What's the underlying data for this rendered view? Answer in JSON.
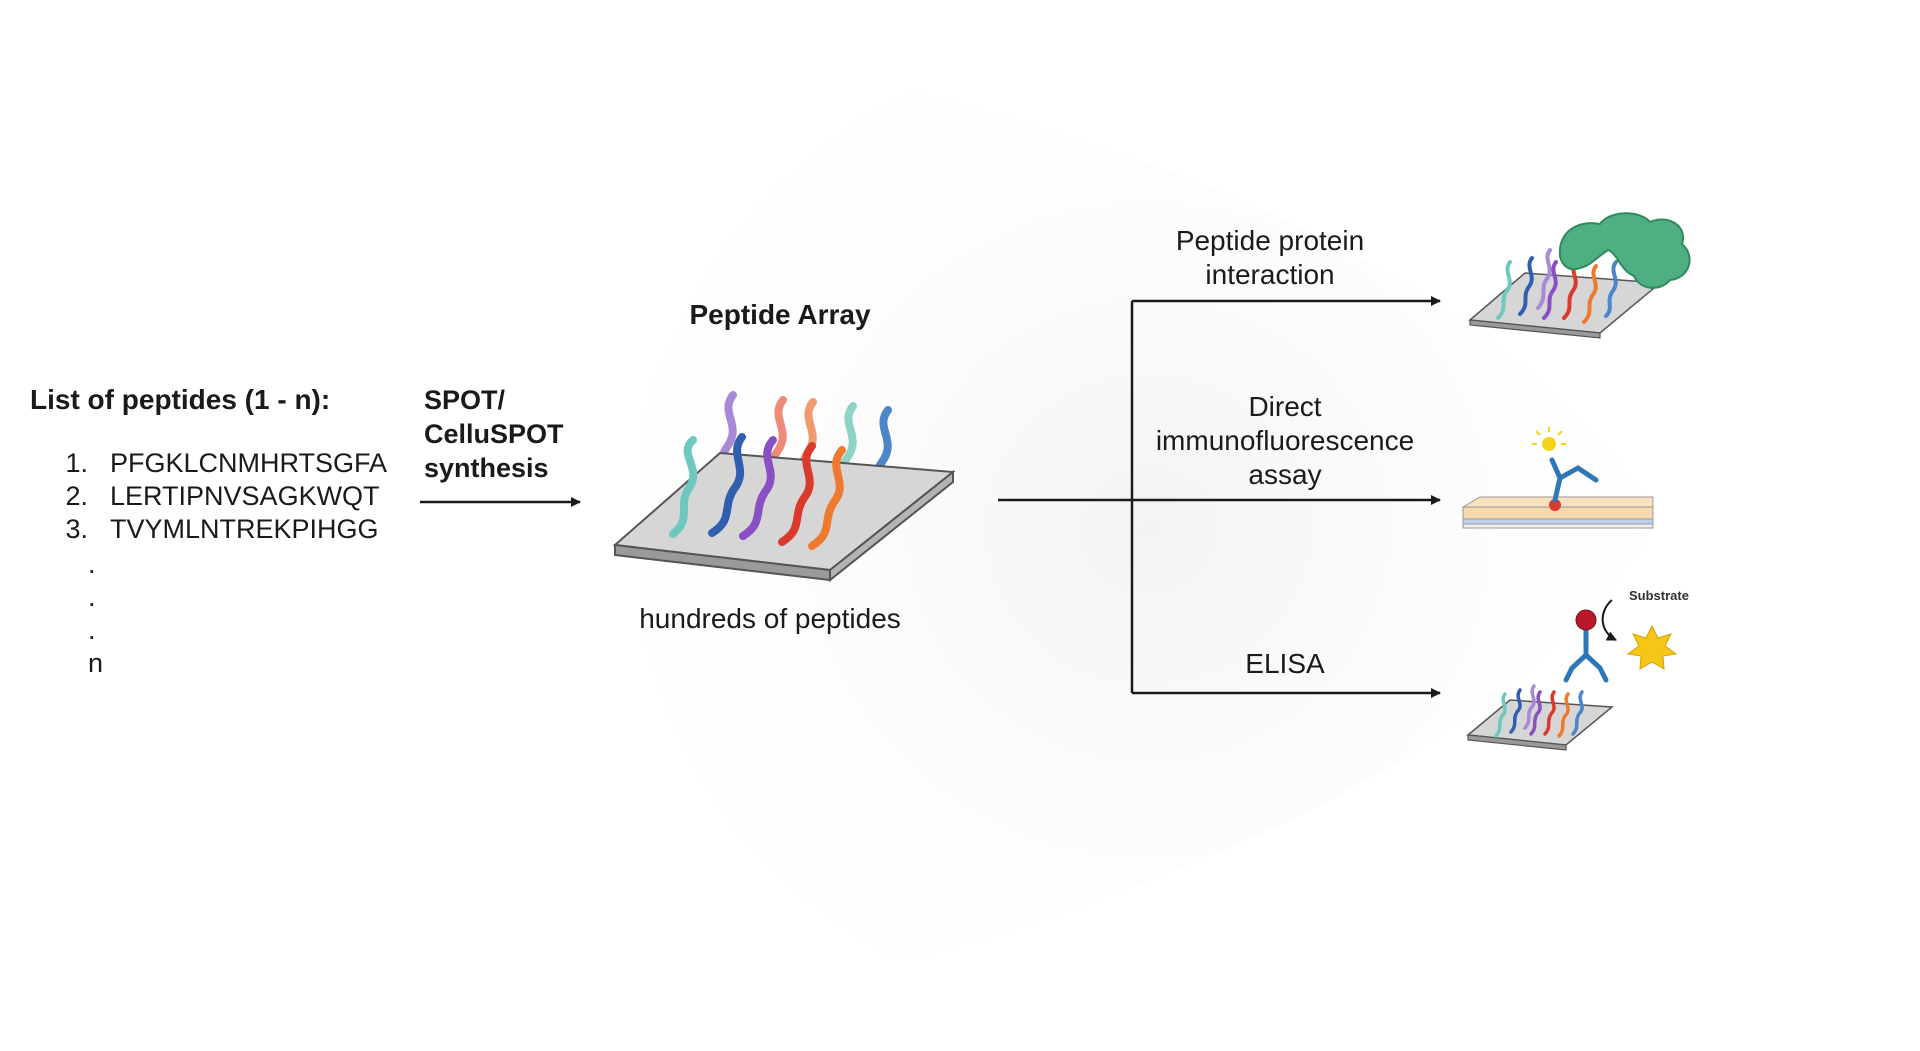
{
  "list": {
    "title": "List of peptides (1 - n):",
    "items": [
      {
        "num": "1.",
        "seq": "PFGKLCNMHRTSGFA"
      },
      {
        "num": "2.",
        "seq": "LERTIPNVSAGKWQT"
      },
      {
        "num": "3.",
        "seq": "TVYMLNTREKPIHGG"
      }
    ],
    "ellipsis": [
      ".",
      ".",
      "."
    ],
    "last": "n"
  },
  "synthesis": {
    "lines": [
      "SPOT/",
      "CelluSPOT",
      "synthesis"
    ]
  },
  "array": {
    "title": "Peptide Array",
    "caption": "hundreds of peptides"
  },
  "assays": [
    {
      "lines": [
        "Peptide protein",
        "interaction"
      ]
    },
    {
      "lines": [
        "Direct",
        "immunofluorescence",
        "assay"
      ]
    },
    {
      "lines": [
        "ELISA"
      ]
    }
  ],
  "substrate_label": "Substrate",
  "colors": {
    "teal": "#6ec8c0",
    "purple": "#8a4fc2",
    "lavender": "#a889d6",
    "salmon": "#ef8a78",
    "orange": "#ee7a30",
    "red": "#d93a2e",
    "blue": "#2f5fae",
    "steelblue": "#4a86c8",
    "plate": "#d4d4d4",
    "protein": "#4fae82",
    "antibody": "#2f78b8",
    "fluor": "#f5d31a"
  },
  "icons": [
    "arrow-right-icon",
    "peptide-array-icon",
    "protein-blob-icon",
    "antibody-icon",
    "star-product-icon",
    "curved-arrow-icon"
  ]
}
